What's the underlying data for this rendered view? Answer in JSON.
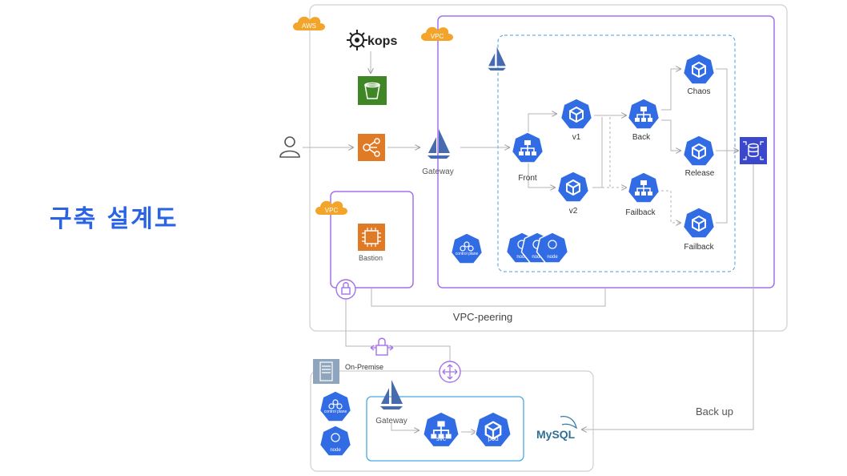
{
  "title": "구축 설계도",
  "labels": {
    "aws": "AWS",
    "vpc_main": "VPC",
    "vpc_bastion": "VPC",
    "kops": "kops",
    "gateway": "Gateway",
    "front": "Front",
    "v1": "v1",
    "v2": "v2",
    "back": "Back",
    "failback_svc": "Failback",
    "chaos": "Chaos",
    "release": "Release",
    "failback_pod": "Failback",
    "bastion": "Bastion",
    "vpc_peering": "VPC-peering",
    "on_premise": "On-Premise",
    "onprem_gateway": "Gateway",
    "svc": "svc",
    "pod": "pod",
    "mysql": "MySQL",
    "backup": "Back up",
    "control_plane": "control plane",
    "node": "node",
    "onprem_control_plane": "control plane",
    "onprem_node": "node"
  },
  "colors": {
    "k8s_blue": "#326ce5",
    "vpc_purple": "#a371e8",
    "aws_orange": "#f3a52b",
    "line_gray": "#b5b5b5",
    "dashed_blue": "#4a9ed8",
    "onprem_box_blue": "#4aa8e0",
    "s3_green": "#3f8624",
    "elb_orange": "#e07a25",
    "istio_navy": "#466bb0"
  }
}
